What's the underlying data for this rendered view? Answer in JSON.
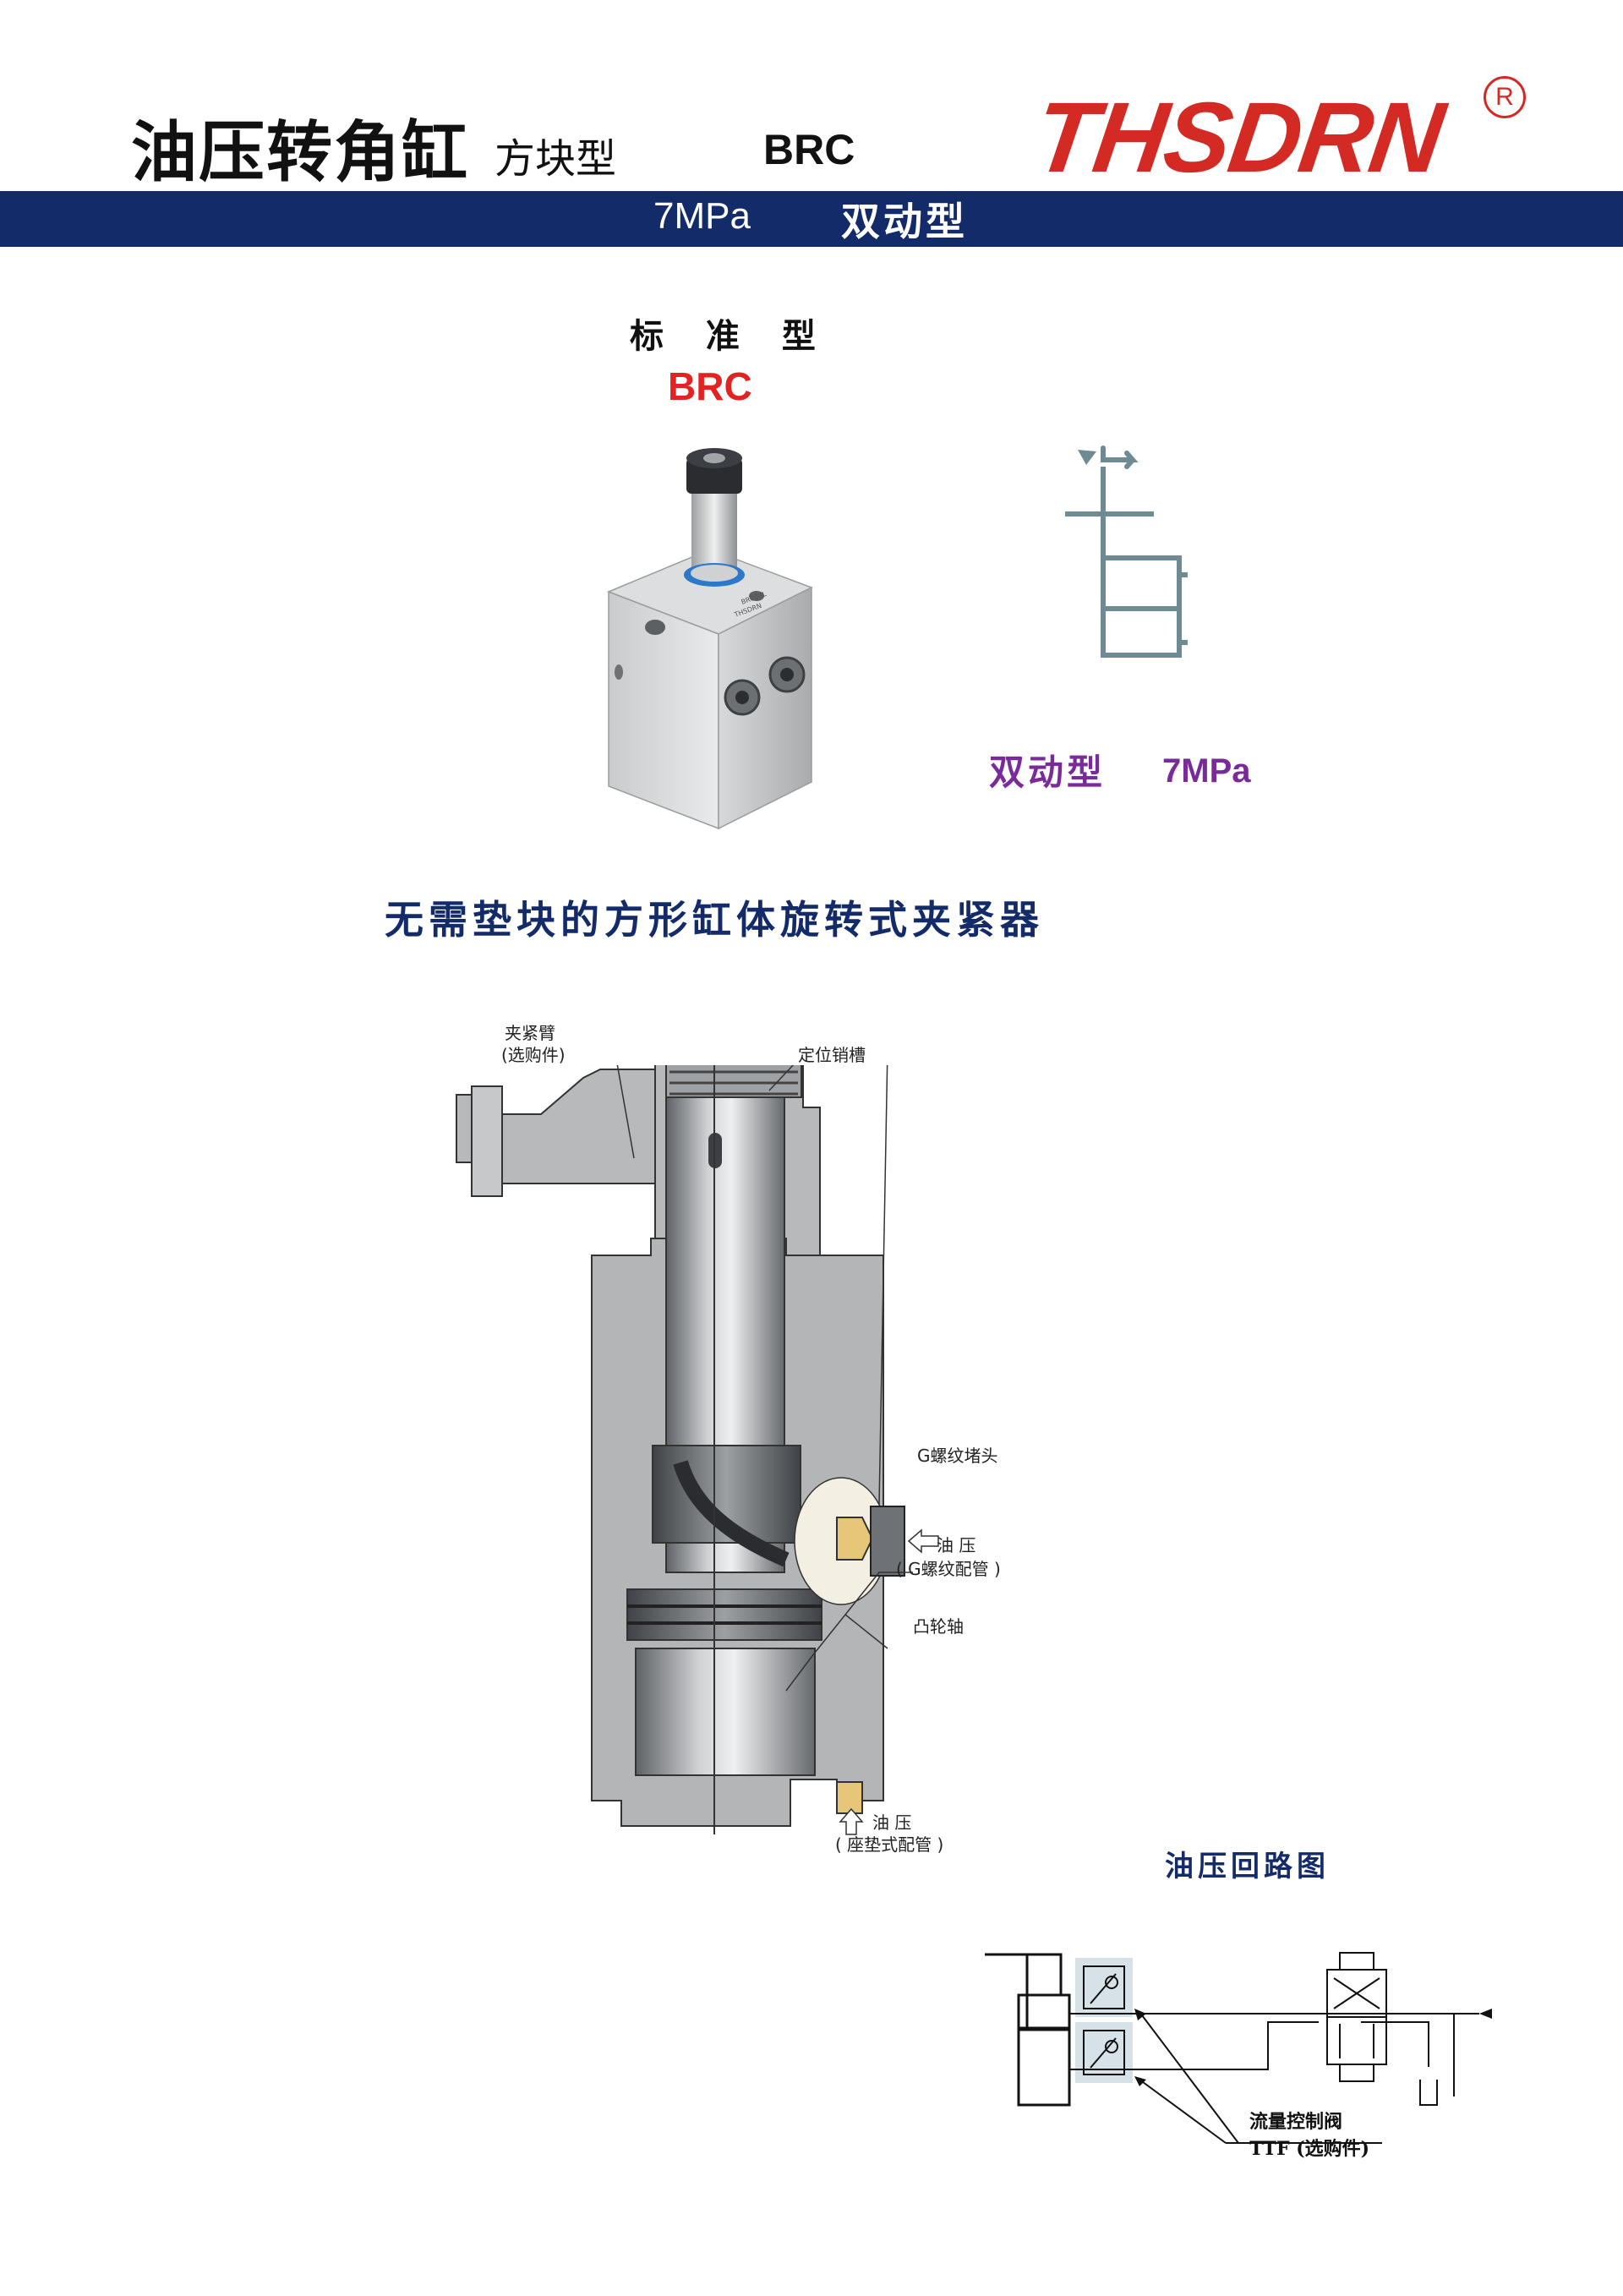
{
  "header": {
    "title": "油压转角缸",
    "subtitle": "方块型",
    "model": "BRC",
    "brand": "THSDRN",
    "registered": "R"
  },
  "banner": {
    "pressure": "7MPa",
    "action": "双动型"
  },
  "product": {
    "standard_label": "标 准 型",
    "standard_model": "BRC",
    "type_label": "双动型",
    "type_pressure": "7MPa",
    "photo_engravings": [
      "BRC04L",
      "THSDRN"
    ]
  },
  "headline": "无需垫块的方形缸体旋转式夹紧器",
  "cross_section": {
    "labels": {
      "clamp_arm_1": "夹紧臂",
      "clamp_arm_2": "(选购件)",
      "locating_slot": "定位销槽",
      "g_plug": "G螺纹堵头",
      "oil_1": "油 压",
      "oil_1_note": "( G螺纹配管 )",
      "cam_shaft": "凸轮轴",
      "oil_2": "油 压",
      "oil_2_note": "( 座垫式配管 )"
    }
  },
  "circuit": {
    "title": "油压回路图",
    "valve_label": "流量控制阀",
    "valve_note": "TTF (选购件)"
  },
  "colors": {
    "brand_red": "#d42a24",
    "banner_navy": "#142b6a",
    "model_red": "#e32222",
    "type_purple": "#7a2b9a",
    "symbol_gray": "#6e8a93"
  }
}
